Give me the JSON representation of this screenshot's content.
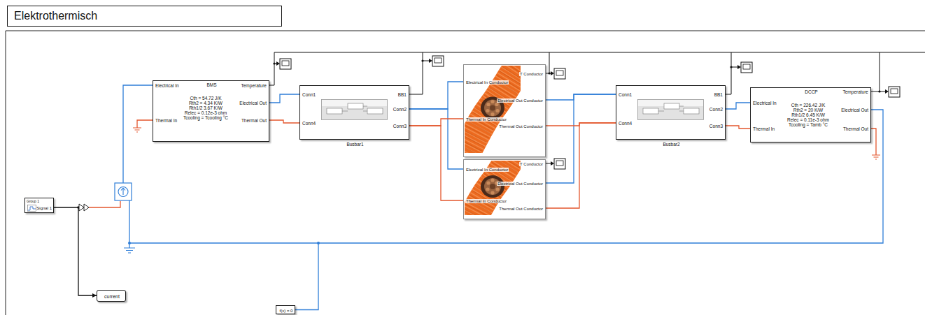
{
  "diagram": {
    "title": "Elektrothermisch",
    "nodes": [
      {
        "text": [
          "BMS",
          "Electrical In",
          "Thermal In",
          "Temperature",
          "Electrical Out",
          "Thermal Out",
          "Cth = 54.72 J/K",
          "Rth2 = 4.34 K/W",
          "Rth1/2 3.67 K/W",
          "Relec = 0.12e-3 ohm",
          "Tcooling = Tcooling °C"
        ]
      },
      {
        "text": [
          "Conn1",
          "Conn4",
          "BB1",
          "Conn2",
          "Conn3",
          "Busbar1"
        ]
      },
      {
        "text": [
          "Electrical In Conductor",
          "Thermal In Conductor",
          "T Conductor",
          "Electrical Out Conductor",
          "Thermal Out Conductor"
        ]
      },
      {
        "text": [
          "Electrical In Conductor",
          "Thermal In Conductor",
          "T Conductor",
          "Electrical Out Conductor",
          "Thermal Out Conductor"
        ]
      },
      {
        "text": [
          "Conn1",
          "Conn4",
          "BB1",
          "Conn2",
          "Conn3",
          "Busbar2"
        ]
      },
      {
        "text": [
          "DCCP",
          "Electrical In",
          "Thermal In",
          "Temperature",
          "Electrical Out",
          "Thermal Out",
          "Cth = 226.42 J/K",
          "Rth2 = 20 K/W",
          "Rth1/2 6.45 K/W",
          "Relec = 0.11e-3 ohm",
          "Tcooling = Tamb °C"
        ]
      },
      {
        "text": [
          "Group 1",
          "Signal 1"
        ]
      },
      {
        "text": [
          "current"
        ]
      },
      {
        "text": [
          "f(x) = 0"
        ]
      }
    ],
    "edges": [
      {
        "from": 0,
        "to": 1,
        "arrow": "none"
      },
      {
        "from": 0,
        "to": 1,
        "arrow": "none"
      },
      {
        "from": 1,
        "to": 2,
        "arrow": "none"
      },
      {
        "from": 1,
        "to": 3,
        "arrow": "none"
      },
      {
        "from": 1,
        "to": 2,
        "arrow": "none"
      },
      {
        "from": 1,
        "to": 3,
        "arrow": "none"
      },
      {
        "from": 2,
        "to": 4,
        "arrow": "none"
      },
      {
        "from": 3,
        "to": 4,
        "arrow": "none"
      },
      {
        "from": 2,
        "to": 4,
        "arrow": "none"
      },
      {
        "from": 3,
        "to": 4,
        "arrow": "none"
      },
      {
        "from": 4,
        "to": 5,
        "arrow": "none"
      },
      {
        "from": 4,
        "to": 5,
        "arrow": "none"
      },
      {
        "from": 6,
        "to": 7,
        "arrow": "to"
      },
      {
        "from": 5,
        "to": 8,
        "arrow": "none"
      }
    ]
  }
}
